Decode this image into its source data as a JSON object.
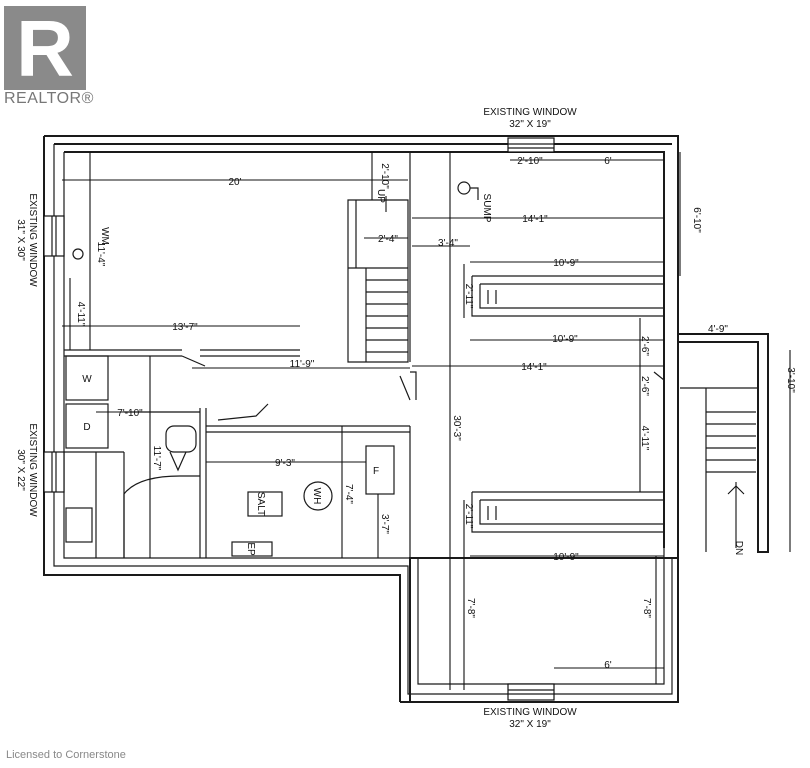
{
  "branding": {
    "logo_letter": "R",
    "logo_text": "REALTOR®",
    "license": "Licensed to Cornerstone"
  },
  "windows": {
    "top": {
      "label": "EXISTING WINDOW",
      "size": "32\" X 19\""
    },
    "bottom": {
      "label": "EXISTING WINDOW",
      "size": "32\" X 19\""
    },
    "left_upper": {
      "label": "EXISTING WINDOW",
      "size": "31\" X 30\""
    },
    "left_lower": {
      "label": "EXISTING WINDOW",
      "size": "30\" X 22\""
    }
  },
  "fixtures": {
    "wm": "WM",
    "sump": "SUMP",
    "up": "UP",
    "dn": "DN",
    "w": "W",
    "d": "D",
    "salt": "SALT",
    "wh": "WH",
    "f": "F",
    "ep": "EP"
  },
  "dimensions": {
    "d20": "20'",
    "d2_10a": "2'-10\"",
    "d2_10b": "2'-10\"",
    "d6a": "6'",
    "d6_10": "6'-10\"",
    "d14_1a": "14'-1\"",
    "d14_1b": "14'-1\"",
    "d11_4": "11'-4\"",
    "d2_4": "2'-4\"",
    "d3_4": "3'-4\"",
    "d10_9a": "10'-9\"",
    "d10_9b": "10'-9\"",
    "d10_9c": "10'-9\"",
    "d2_11a": "2'-11\"",
    "d2_11b": "2'-11\"",
    "d4_11a": "4'-11\"",
    "d4_11b": "4'-11\"",
    "d13_7": "13'-7\"",
    "d4_9": "4'-9\"",
    "d2_6a": "2'-6\"",
    "d2_6b": "2'-6\"",
    "d3_10": "3'-10\"",
    "d11_9": "11'-9\"",
    "d30_3": "30'-3\"",
    "d7_10": "7'-10\"",
    "d9_3": "9'-3\"",
    "d7_4": "7'-4\"",
    "d11_7": "11'-7\"",
    "d3_7": "3'-7\"",
    "d7_8a": "7'-8\"",
    "d7_8b": "7'-8\"",
    "d6b": "6'"
  }
}
